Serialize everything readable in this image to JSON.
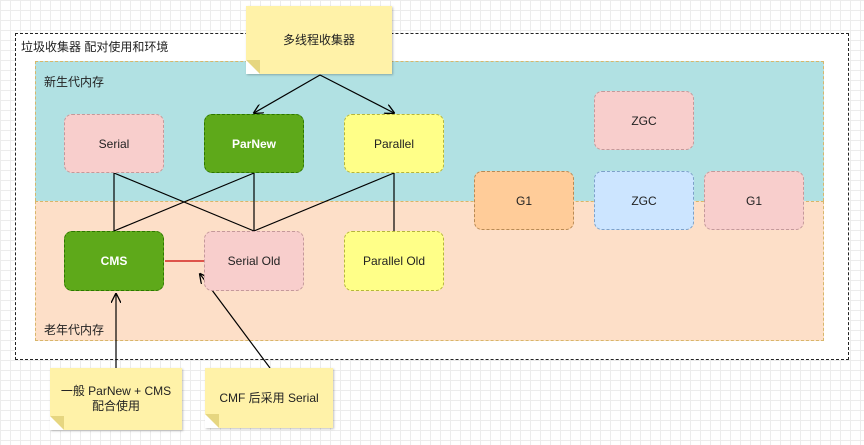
{
  "frame": {
    "title": "垃圾收集器 配对使用和环境"
  },
  "regions": {
    "young": "新生代内存",
    "old": "老年代内存"
  },
  "collectors": {
    "serial": "Serial",
    "parnew": "ParNew",
    "parallel": "Parallel",
    "cms": "CMS",
    "serial_old": "Serial Old",
    "parallel_old": "Parallel Old",
    "zgc_top": "ZGC",
    "g1_left": "G1",
    "zgc_mid": "ZGC",
    "g1_right": "G1"
  },
  "notes": {
    "multithread": "多线程收集器",
    "parnew_cms": "一般 ParNew + CMS 配合使用",
    "cmf_fallback": "CMF 后采用 Serial"
  },
  "colors": {
    "young_bg": "#b1e1e3",
    "old_bg": "#fddfc8",
    "pink": "#f8cecc",
    "green": "#5ea91a",
    "yellow": "#ffff88",
    "orange": "#ffcc99",
    "blue": "#cce5ff",
    "note": "#fff2a8",
    "link_red": "#cc0000"
  }
}
